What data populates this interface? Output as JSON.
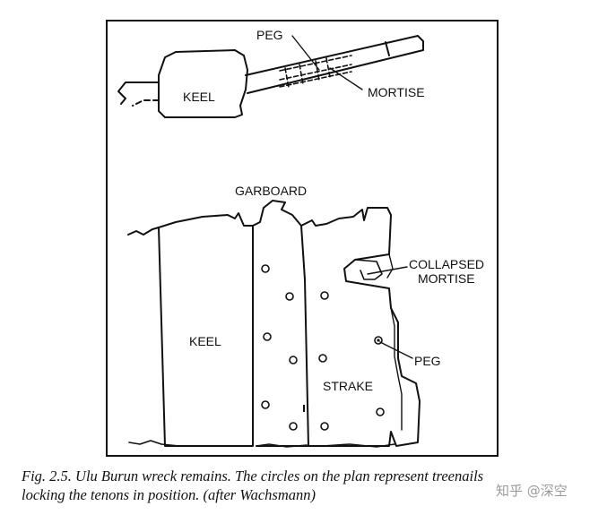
{
  "figure": {
    "labels": {
      "peg_top": "PEG",
      "keel_top": "KEEL",
      "mortise_top": "MORTISE",
      "garboard": "GARBOARD",
      "keel_bottom": "KEEL",
      "collapsed_line1": "COLLAPSED",
      "collapsed_line2": "MORTISE",
      "peg_bottom": "PEG",
      "strake": "STRAKE"
    }
  },
  "caption": {
    "line1": "Fig. 2.5. Ulu Burun wreck remains. The circles on the plan represent treenails",
    "line2": "locking the tenons in position. (after Wachsmann)"
  },
  "watermark": "知乎 @深空"
}
